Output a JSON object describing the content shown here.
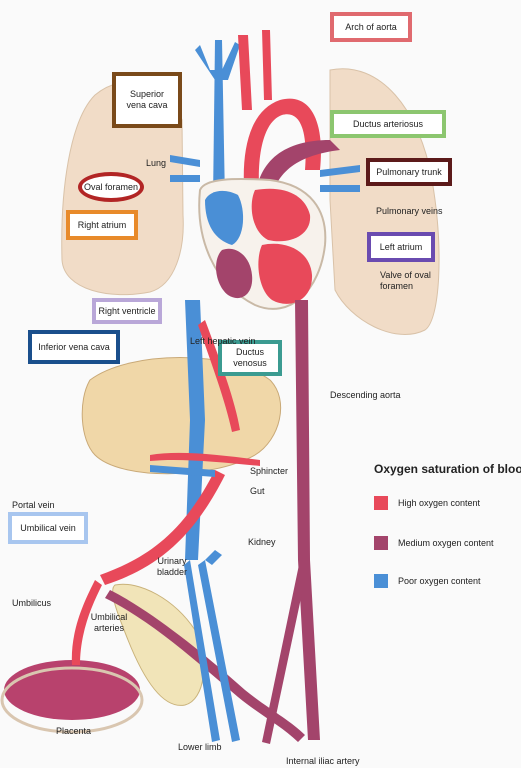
{
  "colors": {
    "high": "#e8495a",
    "medium": "#a3446b",
    "poor": "#4a8fd6",
    "lung": "#f1dcc7",
    "liver": "#f0d7a8",
    "placenta": "#b8426d",
    "bladder": "#f1e4b8"
  },
  "labels": {
    "arch_of_aorta": "Arch of aorta",
    "superior_vena_cava": "Superior vena cava",
    "ductus_arteriosus": "Ductus arteriosus",
    "lung": "Lung",
    "pulmonary_trunk": "Pulmonary trunk",
    "oval_foramen": "Oval foramen",
    "pulmonary_veins": "Pulmonary veins",
    "right_atrium": "Right atrium",
    "left_atrium": "Left atrium",
    "valve_of_oval_foramen": "Valve of oval foramen",
    "right_ventricle": "Right ventricle",
    "left_hepatic_vein": "Left hepatic vein",
    "inferior_vena_cava": "Inferior vena cava",
    "ductus_venosus": "Ductus venosus",
    "descending_aorta": "Descending aorta",
    "sphincter": "Sphincter",
    "gut": "Gut",
    "portal_vein": "Portal vein",
    "umbilical_vein": "Umbilical vein",
    "kidney": "Kidney",
    "umbilicus": "Umbilicus",
    "urinary_bladder": "Urinary bladder",
    "umbilical_arteries": "Umbilical arteries",
    "placenta": "Placenta",
    "lower_limb": "Lower limb",
    "internal_iliac_artery": "Internal iliac artery"
  },
  "legend": {
    "title": "Oxygen saturation of blood",
    "items": [
      {
        "label": "High oxygen content",
        "color": "#e8495a"
      },
      {
        "label": "Medium oxygen content",
        "color": "#a3446b"
      },
      {
        "label": "Poor oxygen content",
        "color": "#4a8fd6"
      }
    ]
  },
  "box_colors": {
    "arch": "#e06a6f",
    "svc": "#7a4a1a",
    "ductus_art": "#8cc66f",
    "pulm_trunk": "#5c1a1a",
    "oval": "#b22525",
    "right_atrium": "#e88a2a",
    "left_atrium": "#6a4bb0",
    "right_ventricle": "#b9a7d8",
    "ivc": "#1a4f8c",
    "ductus_ven": "#3b9b91",
    "umb_vein": "#a8c6ef"
  }
}
